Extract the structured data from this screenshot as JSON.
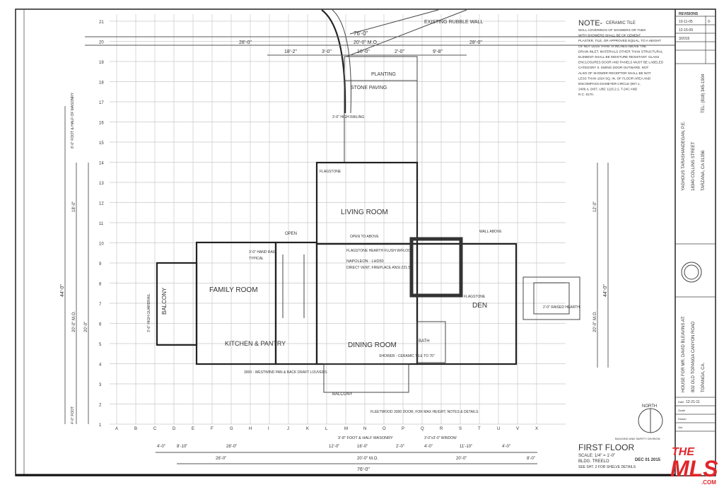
{
  "sheet": {
    "title": "FIRST FLOOR",
    "scale": "SCALE: 1/4\" = 1'-0\"",
    "plan_note": "BLDG. TREELO",
    "see_note": "SEE SHT. 2 FOR SHELVE DETAILS",
    "stamp_date": "DEC 01 2015",
    "stamp_text": "BUILDING AND SAFETY DIVISION",
    "north_label": "NORTH"
  },
  "note": {
    "heading": "NOTE-",
    "subheading": "CERAMIC TILE",
    "lines": [
      "WALL COVERINGS OF SHOWERS OR TUBS",
      "WITH SHOWERS SHALL BE OF CEMENT",
      "PLASTER, TILE, OR APPROVED EQUAL, TO A HEIGHT",
      "OF NOT LESS THAN 70 INCHES ABOVE THE",
      "DRAIN INLET. MATERIALS OTHER THAN STRUCTURAL",
      "ELEMENT SHALL BE MOISTURE RESISTANT. GLASS",
      "ENCLOSURES DOOR AND PANELS MUST BE LABELED",
      "CATEGORY II. SWING DOOR OUTWARD. NOT",
      "ALSO OF SHOWER RECEPTOR SHALL BE NOT",
      "LESS THAN 1024 SQ. IN. OF FLOOR AREA AND",
      "ENCOMPASS DIAMETER CIRCLE (807.1,",
      "2406.4, 2407, UBC 1115.2.2, T-24C AND",
      "R.C. 6170."
    ]
  },
  "title_block": {
    "revisions_label": "REVISIONS",
    "revisions": [
      {
        "date": "10-11-05",
        "mark": "0-"
      },
      {
        "date": "12-15-09",
        "mark": ""
      },
      {
        "date": "3/2015",
        "mark": ""
      }
    ],
    "designer": [
      "YAGHOUS TARASHANDEGAN, P.E.",
      "18340 COLLINS STREET",
      "TARZANA, CA 91356",
      "TEL: (818) 345-1904"
    ],
    "project": [
      "HOUSE FOR MR. DAVID BLEAVINS AT:",
      "802 OLD TOPANGA CANYON ROAD",
      "TOPANGA, CA."
    ],
    "fields": [
      {
        "label": "Date",
        "value": "12-21-11"
      },
      {
        "label": "Scale",
        "value": ""
      },
      {
        "label": "Drawn",
        "value": ""
      },
      {
        "label": "Job",
        "value": ""
      }
    ]
  },
  "rooms": {
    "living": "LIVING ROOM",
    "family": "FAMILY ROOM",
    "kitchen": "KITCHEN & PANTRY",
    "dining": "DINING ROOM",
    "den": "DEN",
    "balcony_left": "BALCONY",
    "balcony_bottom": "BALCONY",
    "planting": "PLANTING",
    "stone_paving": "STONE PAVING",
    "bath": "BATH"
  },
  "annotations": {
    "rubble_wall": "EXISTING RUBBLE WALL",
    "high_railing": "3'-6\" HIGH RAILING",
    "flagstone": "FLAGSTONE",
    "open_to_above": "OPEN TO ABOVE",
    "open": "OPEN",
    "wall_above": "WALL ABOVE",
    "hearth": "FLAGSTONE HEARTH FLUSH W/FLOOR",
    "fireplace": "NAPOLEON - LHD50",
    "fireplace2": "DIRECT VENT, FIREPLACE ANSI Z21.50",
    "hand_rail": "3'-0\" HAND RAIL",
    "typical": "TYPICAL",
    "guardrail": "3'-6\" HIGH GUARDRAIL",
    "shower": "SHOWER - CERAMIC TILE TO 70\"",
    "sliding_door": "FLEETWOOD 3000 DOOR, FOR MAX HEIGHT, NOTES & DETAILS",
    "masonry": "3'-8\" FOOT & HALF MASONRY",
    "window": "3'-0\"x3'-0\" WINDOW",
    "kitchen_window": "3000 - WESTWIND PAN & BACK DRAFT LOUVERS",
    "left_dim_label": "8'-0\" FOOT & HALF OF MASONRY",
    "left_dim_label2": "4'-0\" FOOT",
    "flag_den": "FLAGSTONE",
    "raised_hearth": "2'-0\" RAISED HEARTH"
  },
  "dimensions": {
    "top_overall": "76'-0\"",
    "top_mid": "20'-0\" M.O.",
    "top_left": "28'-0\"",
    "top_right": "28'-0\"",
    "top_segs": [
      "18'-2\"",
      "3'-0\"",
      "16'-0\"",
      "2'-0\"",
      "9'-8\""
    ],
    "bottom_segs": [
      "4'-0\"",
      "8'-10\"",
      "28'-0\"",
      "12'-0\"",
      "16'-0\"",
      "2'-0\"",
      "4'-0\"",
      "11'-10\"",
      "4'-0\""
    ],
    "bottom_mid": [
      "28'-0\"",
      "20'-0\" M.O.",
      "20'-0\"",
      "8'-0\""
    ],
    "bottom_overall": "76'-0\"",
    "left_overall": "44'-0\"",
    "left_segs": [
      "18'-0\"",
      "20'-0\" M.O.",
      "20'-0\""
    ],
    "right_segs": [
      "12'-0\"",
      "20'-0\" M.O.",
      "44'-0\""
    ]
  },
  "grid": {
    "rows": [
      "21",
      "20",
      "19",
      "18",
      "17",
      "16",
      "15",
      "14",
      "13",
      "12",
      "11",
      "10",
      "9",
      "8",
      "7",
      "6",
      "5",
      "4",
      "3",
      "2",
      "1"
    ],
    "cols": [
      "A",
      "B",
      "C",
      "D",
      "E",
      "F",
      "G",
      "H",
      "I",
      "J",
      "K",
      "L",
      "M",
      "N",
      "O",
      "P",
      "Q",
      "R",
      "S",
      "T",
      "U",
      "V",
      "X"
    ]
  },
  "logo": {
    "top": "THE",
    "main": "MLS",
    "suffix": ".COM",
    "color": "#e0262b"
  }
}
